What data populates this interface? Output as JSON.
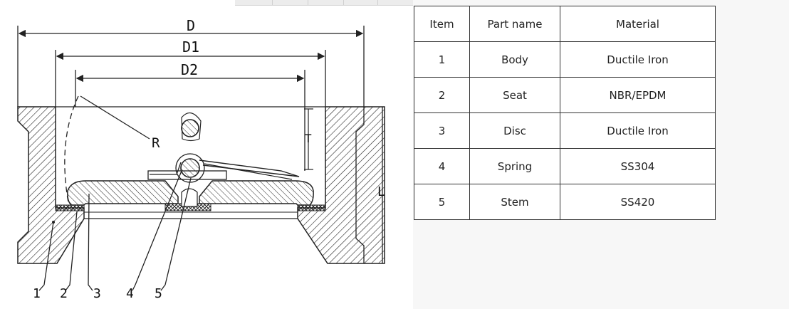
{
  "drawing": {
    "dimension_labels": {
      "outer": "D",
      "middle": "D1",
      "inner": "D2",
      "radius": "R",
      "height_t": "T",
      "length": "L"
    },
    "callouts": [
      "1",
      "2",
      "3",
      "4",
      "5"
    ]
  },
  "table": {
    "headers": [
      "Item",
      "Part name",
      "Material"
    ],
    "rows": [
      {
        "item": "1",
        "part": "Body",
        "material": "Ductile Iron"
      },
      {
        "item": "2",
        "part": "Seat",
        "material": "NBR/EPDM"
      },
      {
        "item": "3",
        "part": "Disc",
        "material": "Ductile Iron"
      },
      {
        "item": "4",
        "part": "Spring",
        "material": "SS304"
      },
      {
        "item": "5",
        "part": "Stem",
        "material": "SS420"
      }
    ]
  }
}
